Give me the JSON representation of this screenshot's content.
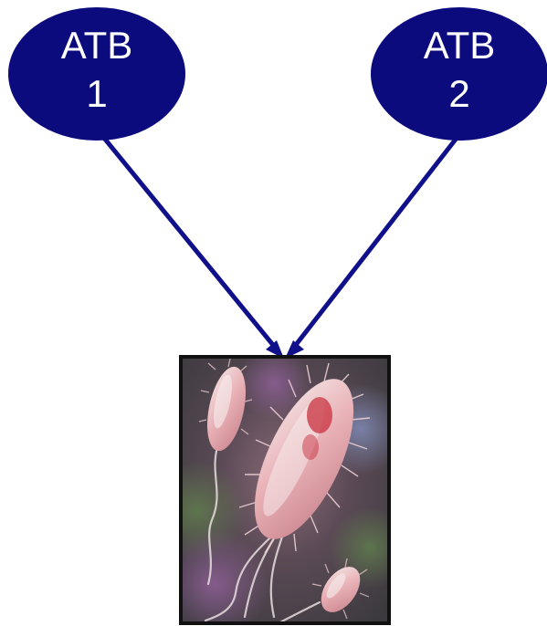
{
  "nodes": {
    "atb1": {
      "line1": "ATB",
      "line2": "1"
    },
    "atb2": {
      "line1": "ATB",
      "line2": "2"
    }
  },
  "target": {
    "icon": "bacteria-image"
  },
  "colors": {
    "node_fill": "#0b0b7e",
    "arrow": "#10108a",
    "node_text": "#ffffff",
    "frame": "#111111"
  }
}
